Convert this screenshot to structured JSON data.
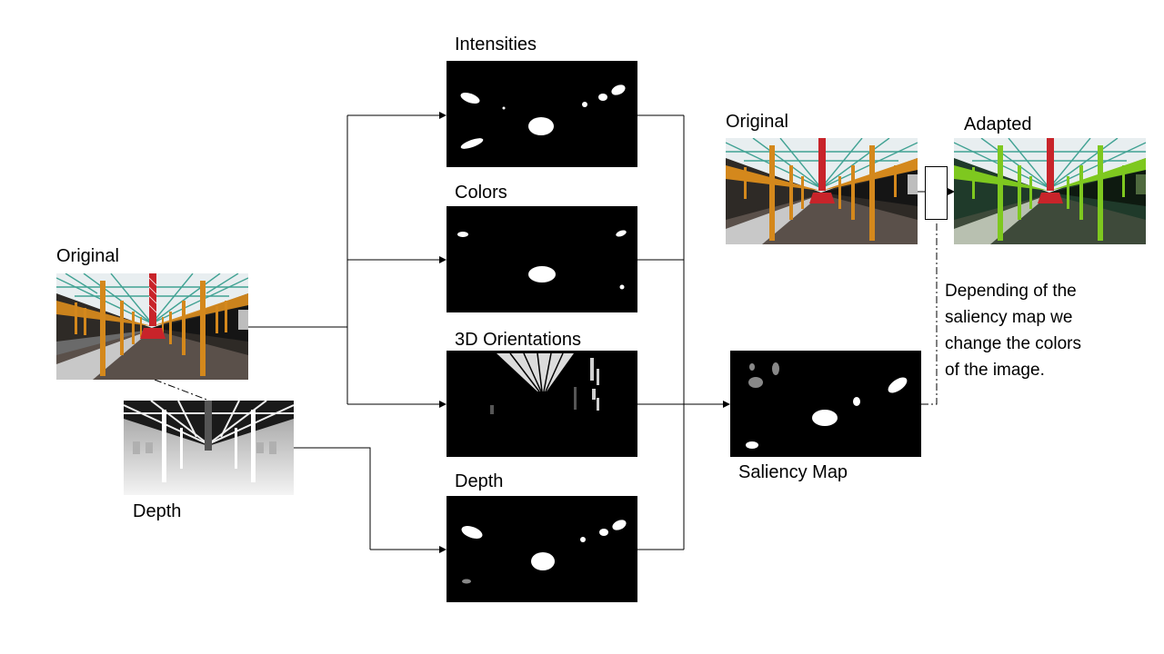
{
  "labels": {
    "original_left": "Original",
    "depth_image": "Depth",
    "intensities": "Intensities",
    "colors": "Colors",
    "orientations": "3D Orientations",
    "depth_map": "Depth",
    "original_right": "Original",
    "adapted": "Adapted",
    "saliency": "Saliency Map"
  },
  "note": {
    "line1": "Depending of the",
    "line2": "saliency map we",
    "line3": "change the colors",
    "line4": "of  the image."
  },
  "colors": {
    "pillar_orig": "#d4881c",
    "pillar_adapted": "#7ec81f",
    "roof_tint_orig": "#2f9a8a",
    "floor": "#5a504a",
    "wall": "#2e2a26",
    "platform": "#c8c8c8",
    "tower": "#c8242a",
    "map_bg": "#000000"
  }
}
